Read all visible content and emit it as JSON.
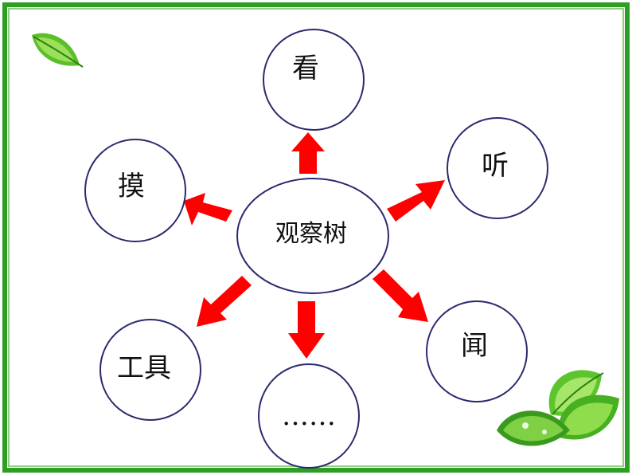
{
  "colors": {
    "frame": "#2e9e27",
    "frame_light": "#8fd27e",
    "node_stroke": "#2a2a6e",
    "arrow": "#ff0000",
    "leaf_dark": "#3a9a1e",
    "leaf_light": "#8fdc4c"
  },
  "diagram": {
    "center": {
      "label": "观察树"
    },
    "nodes": [
      {
        "id": "look",
        "label": "看"
      },
      {
        "id": "listen",
        "label": "听"
      },
      {
        "id": "smell",
        "label": "闻"
      },
      {
        "id": "more",
        "label": "……"
      },
      {
        "id": "tools",
        "label": "工具"
      },
      {
        "id": "touch",
        "label": "摸"
      }
    ]
  },
  "decorations": {
    "icons": [
      "leaf-icon",
      "leaves-icon"
    ]
  }
}
